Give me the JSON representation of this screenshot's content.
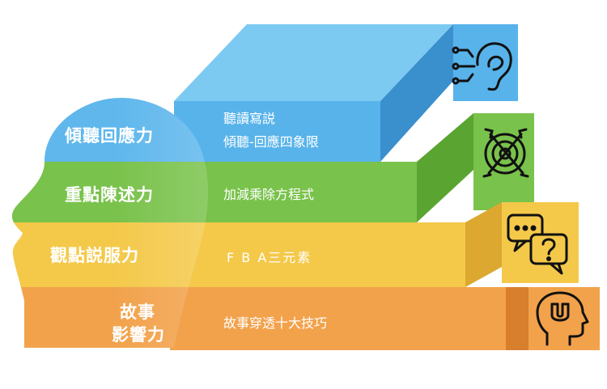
{
  "layers": [
    {
      "id": "listening",
      "title": "傾聽回應力",
      "lines": [
        "聽讀寫説",
        "傾聽-回應四象限"
      ],
      "colors": {
        "front": "#58b3ea",
        "top": "#7ccaf2",
        "side": "#3a8fcd"
      },
      "icon": "ear-signal-icon"
    },
    {
      "id": "statement",
      "title": "重點陳述力",
      "lines": [
        "加減乘除方程式"
      ],
      "colors": {
        "front": "#79c24b",
        "top": "#9ad46a",
        "side": "#5aa531"
      },
      "icon": "target-arrows-icon"
    },
    {
      "id": "persuasion",
      "title": "觀點説服力",
      "lines": [
        "F B A三元素"
      ],
      "colors": {
        "front": "#f4c94a",
        "top": "#f8d86e",
        "side": "#dca82f"
      },
      "icon": "speech-bubbles-icon"
    },
    {
      "id": "story",
      "title_lines": [
        "故事",
        "影響力"
      ],
      "lines": [
        "故事穿透十大技巧"
      ],
      "colors": {
        "front": "#f2a24b",
        "top": "#f5b466",
        "side": "#d77f2c"
      },
      "icon": "head-magnet-icon"
    }
  ],
  "colors": {
    "head_blue": "#5fb7ec",
    "icon_stroke": "#111111"
  }
}
